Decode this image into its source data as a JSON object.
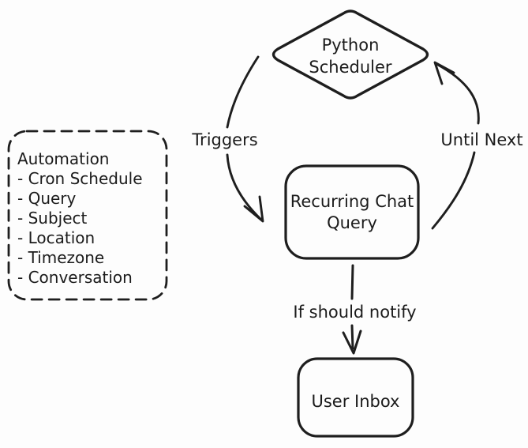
{
  "canvas": {
    "background": "#fdfdfd",
    "stroke_color": "#1e1e1e",
    "text_color": "#1b1b1b"
  },
  "nodes": {
    "python_scheduler": {
      "shape": "diamond",
      "line1": "Python",
      "line2": "Scheduler"
    },
    "automation_note": {
      "shape": "dashed-rounded-rectangle",
      "title": "Automation",
      "items": [
        "- Cron Schedule",
        "- Query",
        "- Subject",
        "- Location",
        "- Timezone",
        "- Conversation"
      ]
    },
    "recurring_chat_query": {
      "shape": "rounded-rectangle",
      "line1": "Recurring Chat",
      "line2": "Query"
    },
    "user_inbox": {
      "shape": "rounded-rectangle",
      "label": "User Inbox"
    }
  },
  "edges": {
    "triggers": {
      "label": "Triggers",
      "from": "python_scheduler",
      "to": "recurring_chat_query"
    },
    "until_next": {
      "label": "Until Next",
      "from": "recurring_chat_query",
      "to": "python_scheduler"
    },
    "if_should_notify": {
      "label": "If should notify",
      "from": "recurring_chat_query",
      "to": "user_inbox"
    }
  }
}
